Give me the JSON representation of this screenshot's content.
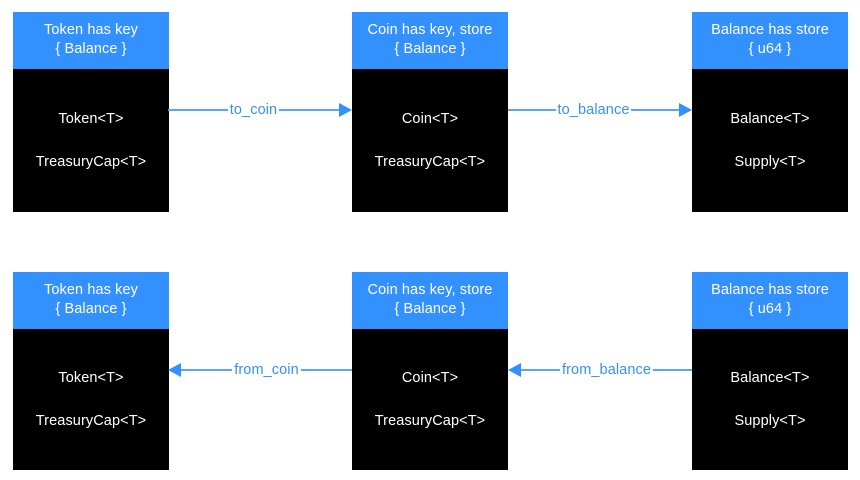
{
  "diagram": {
    "title": "Token / Coin / Balance conversion diagram",
    "background": "#ffffff",
    "accent_color": "#3390ff",
    "body_color": "#000000",
    "text_color": "#ffffff",
    "edge_color": "#3390ff"
  },
  "nodes": [
    {
      "id": "token-top",
      "header_line1": "Token has key",
      "header_line2": "{ Balance }",
      "body_line1": "Token<T>",
      "body_line2": "TreasuryCap<T>"
    },
    {
      "id": "coin-top",
      "header_line1": "Coin has key, store",
      "header_line2": "{ Balance }",
      "body_line1": "Coin<T>",
      "body_line2": "TreasuryCap<T>"
    },
    {
      "id": "balance-top",
      "header_line1": "Balance has store",
      "header_line2": "{ u64 }",
      "body_line1": "Balance<T>",
      "body_line2": "Supply<T>"
    },
    {
      "id": "token-bottom",
      "header_line1": "Token has key",
      "header_line2": "{ Balance }",
      "body_line1": "Token<T>",
      "body_line2": "TreasuryCap<T>"
    },
    {
      "id": "coin-bottom",
      "header_line1": "Coin has key, store",
      "header_line2": "{ Balance }",
      "body_line1": "Coin<T>",
      "body_line2": "TreasuryCap<T>"
    },
    {
      "id": "balance-bottom",
      "header_line1": "Balance has store",
      "header_line2": "{ u64 }",
      "body_line1": "Balance<T>",
      "body_line2": "Supply<T>"
    }
  ],
  "edges": [
    {
      "id": "to-coin",
      "label": "to_coin",
      "from": "token-top",
      "to": "coin-top",
      "direction": "right"
    },
    {
      "id": "to-balance",
      "label": "to_balance",
      "from": "coin-top",
      "to": "balance-top",
      "direction": "right"
    },
    {
      "id": "from-coin",
      "label": "from_coin",
      "from": "coin-bottom",
      "to": "token-bottom",
      "direction": "left"
    },
    {
      "id": "from-balance",
      "label": "from_balance",
      "from": "balance-bottom",
      "to": "coin-bottom",
      "direction": "left"
    }
  ]
}
